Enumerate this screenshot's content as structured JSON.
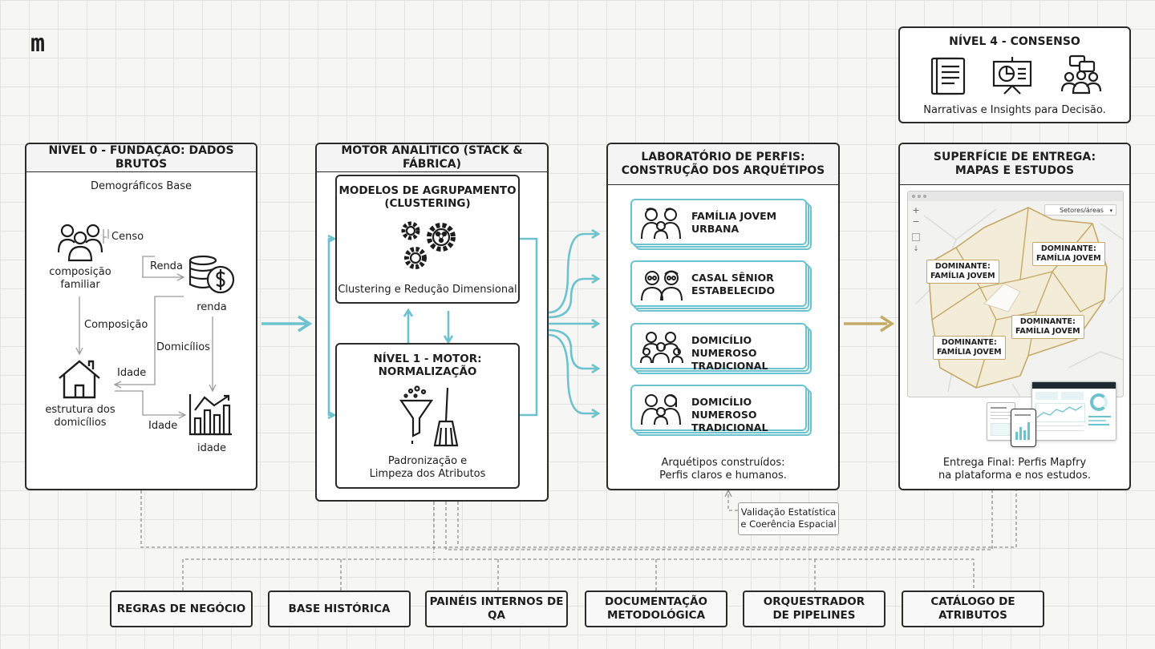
{
  "logo": "m",
  "level4": {
    "title": "NÍVEL 4 - CONSENSO",
    "caption": "Narrativas e Insights para Decisão."
  },
  "panel0": {
    "title": "NÍVEL 0 - FUNDAÇÃO: DADOS BRUTOS",
    "subtitle": "Demográficos Base",
    "nodes": {
      "composicao": "composição\nfamiliar",
      "renda": "renda",
      "estrutura": "estrutura dos\ndomicílios",
      "idade": "idade"
    },
    "edges": {
      "censo": "Censo",
      "renda": "Renda",
      "composicao": "Composição",
      "domicilios": "Domicílios",
      "idade1": "Idade",
      "idade2": "Idade"
    }
  },
  "panel1": {
    "title": "MOTOR ANALÍTICO (STACK & FÁBRICA)",
    "clustering": {
      "title": "MODELOS DE AGRUPAMENTO\n(CLUSTERING)",
      "caption": "Clustering e Redução Dimensional"
    },
    "normalizacao": {
      "title": "NÍVEL 1 - MOTOR:\nNORMALIZAÇÃO",
      "caption": "Padronização e\nLimpeza dos Atributos"
    }
  },
  "panel2": {
    "title": "LABORATÓRIO DE PERFIS:\nCONSTRUÇÃO DOS ARQUÉTIPOS",
    "profiles": [
      "FAMÍLIA JOVEM\nURBANA",
      "CASAL SÊNIOR\nESTABELECIDO",
      "DOMICÍLIO NUMEROSO\nTRADICIONAL",
      "DOMICÍLIO NUMEROSO\nTRADICIONAL"
    ],
    "caption": "Arquétipos construídos:\nPerfis claros e humanos.",
    "validation": "Validação Estatística\ne Coerência Espacial"
  },
  "panel3": {
    "title": "SUPERFÍCIE DE ENTREGA:\nMAPAS E ESTUDOS",
    "map": {
      "dropdown": "Setores/áreas",
      "labels": [
        "DOMINANTE:\nFAMÍLIA JOVEM",
        "DOMINANTE:\nFAMÍLIA JOVEM",
        "DOMINANTE:\nFAMÍLIA JOVEM",
        "DOMINANTE:\nFAMÍLIA JOVEM"
      ]
    },
    "caption": "Entrega Final: Perfis Mapfry\nna plataforma e nos estudos."
  },
  "bottom": [
    "REGRAS DE NEGÓCIO",
    "BASE HISTÓRICA",
    "PAINÉIS INTERNOS DE QA",
    "DOCUMENTAÇÃO\nMETODOLÓGICA",
    "ORQUESTRADOR\nDE PIPELINES",
    "CATÁLOGO DE ATRIBUTOS"
  ],
  "colors": {
    "teal": "#6cc3cf",
    "gold": "#c5a968",
    "stroke": "#2b2b2b"
  }
}
